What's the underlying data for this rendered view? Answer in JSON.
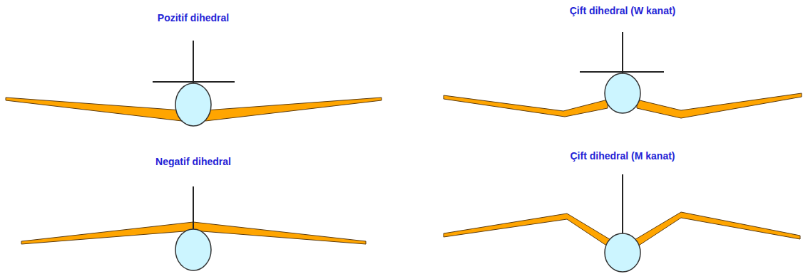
{
  "diagram": {
    "labels": [
      "Pozitif dihedral",
      "Çift dihedral (W kanat)",
      "Negatif dihedral",
      "Çift dihedral (M kanat)"
    ]
  }
}
